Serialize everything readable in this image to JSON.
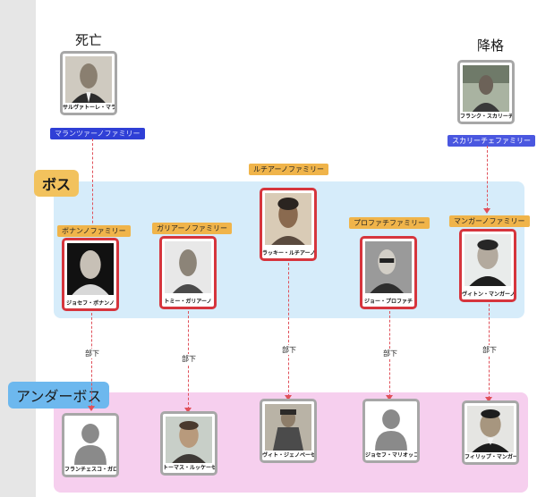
{
  "headings": {
    "dead": "死亡",
    "demoted": "降格"
  },
  "bands": {
    "boss": "ボス",
    "underboss": "アンダーボス"
  },
  "top_row": [
    {
      "name": "サルヴァトーレ・マランツァーノ",
      "family": "マランツァーノファミリー"
    },
    {
      "name": "フランク・スカリーチェ",
      "family": "スカリーチェファミリー"
    }
  ],
  "families": [
    "ボナンノファミリー",
    "ガリアーノファミリー",
    "ルチアーノファミリー",
    "プロファチファミリー",
    "マンガーノファミリー"
  ],
  "bosses": [
    "ジョセフ・ボナンノ",
    "トミー・ガリアーノ",
    "ラッキー・ルチアーノ",
    "ジョー・プロファチ",
    "ヴィトン・マンガーノ"
  ],
  "relation_label": "部下",
  "underbosses": [
    "フランチェスコ・ガロファロ",
    "トーマス・ルッケーゼ",
    "ヴィト・ジェノベーゼ",
    "ジョセフ・マリオッコ",
    "フィリップ・マンガーノ"
  ]
}
